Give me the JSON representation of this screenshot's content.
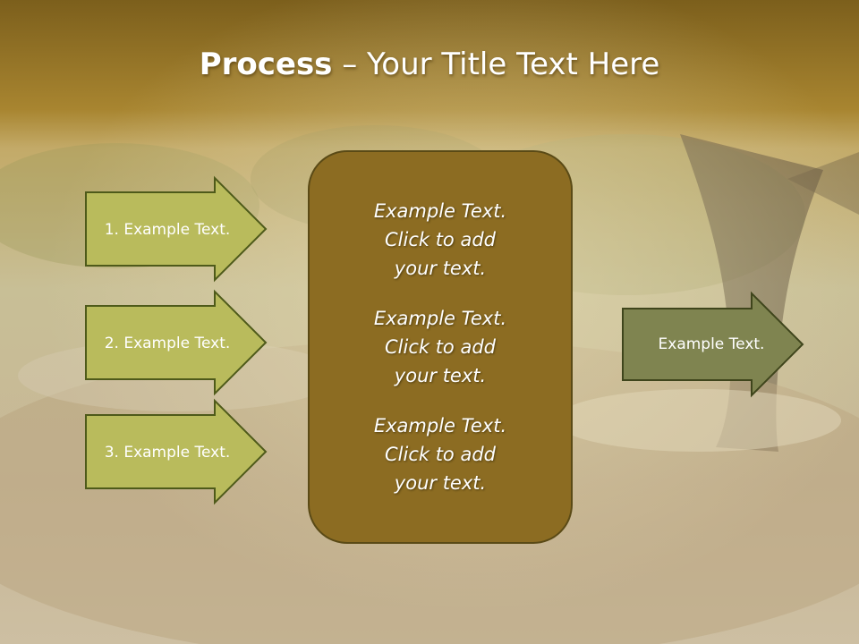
{
  "slide": {
    "title_bold": "Process",
    "title_rest": " – Your Title Text Here"
  },
  "left_arrows": [
    {
      "label": "1. Example Text."
    },
    {
      "label": "2. Example Text."
    },
    {
      "label": "3. Example Text."
    }
  ],
  "center_box": {
    "items": [
      {
        "text": "Example Text.\nClick  to add\nyour text."
      },
      {
        "text": "Example Text.\nClick  to add\nyour text."
      },
      {
        "text": "Example Text.\nClick  to add\nyour text."
      }
    ]
  },
  "right_arrow": {
    "label": "Example Text."
  },
  "colors": {
    "left_arrow_fill": "#b9bb5c",
    "left_arrow_stroke": "#4e5a1a",
    "center_fill": "#8c6c22",
    "right_arrow_fill": "#7f8450",
    "title_band": "#8a6a1e"
  }
}
